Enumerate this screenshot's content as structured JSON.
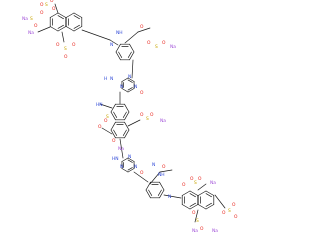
{
  "molecule": {
    "atom_labels": [
      {
        "t": "O"
      },
      {
        "t": "O"
      },
      {
        "t": "S"
      },
      {
        "t": "O"
      },
      {
        "t": "O"
      },
      {
        "t": "S"
      },
      {
        "t": "O"
      },
      {
        "t": "Na"
      },
      {
        "t": "Na"
      },
      {
        "t": "O"
      },
      {
        "t": "S"
      },
      {
        "t": "O"
      },
      {
        "t": "O"
      },
      {
        "t": "N"
      },
      {
        "t": "NH"
      },
      {
        "t": "O"
      },
      {
        "t": "O"
      },
      {
        "t": "S"
      },
      {
        "t": "O"
      },
      {
        "t": "Na"
      },
      {
        "t": "N"
      },
      {
        "t": "H"
      },
      {
        "t": "N"
      },
      {
        "t": "N"
      },
      {
        "t": "N"
      },
      {
        "t": "O"
      },
      {
        "t": "HN"
      },
      {
        "t": "O"
      },
      {
        "t": "S"
      },
      {
        "t": "O"
      },
      {
        "t": "O"
      },
      {
        "t": "S"
      },
      {
        "t": "O"
      },
      {
        "t": "Na"
      },
      {
        "t": "O"
      },
      {
        "t": "Na"
      },
      {
        "t": "HN"
      },
      {
        "t": "N"
      },
      {
        "t": "N"
      },
      {
        "t": "N"
      },
      {
        "t": "O"
      },
      {
        "t": "NH"
      },
      {
        "t": "O"
      },
      {
        "t": "N"
      },
      {
        "t": "O"
      },
      {
        "t": "O"
      },
      {
        "t": "S"
      },
      {
        "t": "O"
      },
      {
        "t": "Na"
      },
      {
        "t": "N"
      },
      {
        "t": "O"
      },
      {
        "t": "S"
      },
      {
        "t": "O"
      },
      {
        "t": "Na"
      },
      {
        "t": "Na"
      },
      {
        "t": "O"
      },
      {
        "t": "S"
      },
      {
        "t": "O"
      },
      {
        "t": "O"
      }
    ]
  }
}
